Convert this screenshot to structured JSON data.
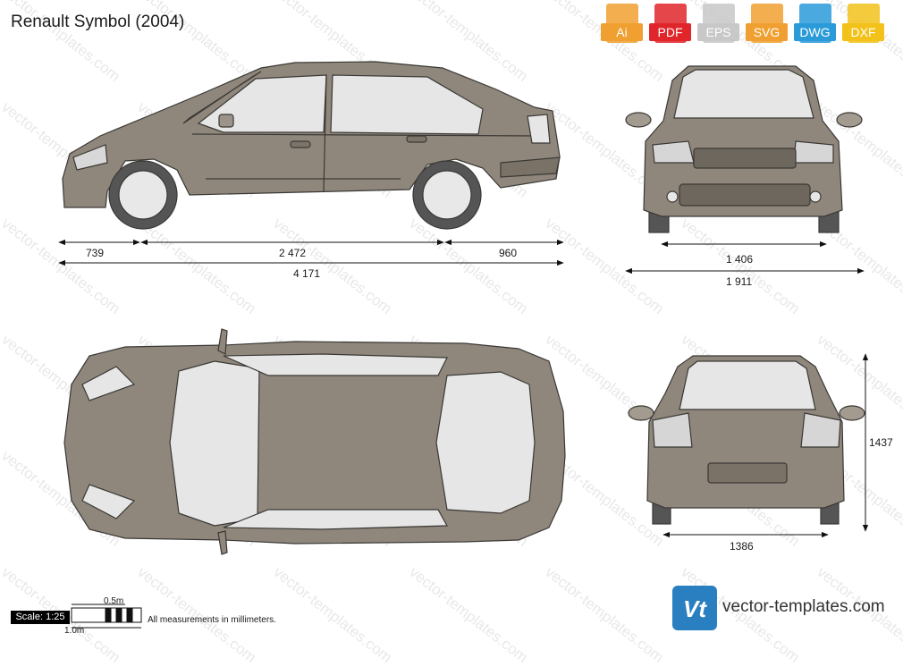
{
  "title": "Renault Symbol (2004)",
  "formats": [
    {
      "label": "Ai",
      "color": "#f0a030"
    },
    {
      "label": "PDF",
      "color": "#e0262a"
    },
    {
      "label": "EPS",
      "color": "#c8c8c8"
    },
    {
      "label": "SVG",
      "color": "#f0a030"
    },
    {
      "label": "DWG",
      "color": "#2a9ad8"
    },
    {
      "label": "DXF",
      "color": "#f2c21a"
    }
  ],
  "dimensions": {
    "front_overhang": "739",
    "wheelbase": "2 472",
    "rear_overhang": "960",
    "length": "4 171",
    "front_track": "1 406",
    "width": "1 911",
    "height": "1437",
    "rear_track": "1386"
  },
  "scale": {
    "label": "Scale: 1:25",
    "half_meter": "0.5m",
    "one_meter": "1.0m"
  },
  "note": "All measurements in millimeters.",
  "brand": {
    "logo": "Vt",
    "name": "vector-templates.com"
  },
  "watermark": "vector-templates.com",
  "colors": {
    "body": "#8f877c",
    "outline": "#3a3835",
    "glass": "#e6e6e6",
    "tire": "#555555",
    "rim": "#e8e8e8"
  }
}
